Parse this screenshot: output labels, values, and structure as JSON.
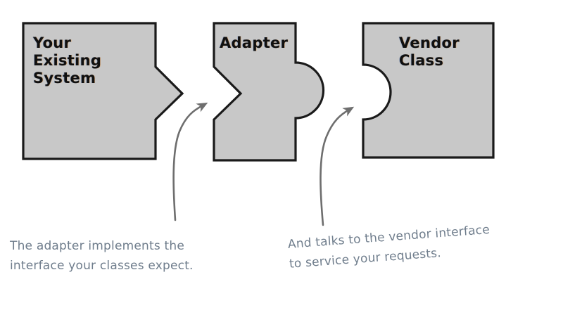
{
  "diagram": {
    "title": "Adapter pattern diagram",
    "background_color": "#ffffff",
    "shape_fill": "#c8c8c8",
    "shape_stroke": "#1a1a1a",
    "arrow_color": "#6e6e6e",
    "label_color": "#101010",
    "caption_color": "#6f7d8c",
    "boxes": [
      {
        "name": "existing-system",
        "label": "Your\nExisting\nSystem",
        "connector": "arrow-point-right"
      },
      {
        "name": "adapter",
        "label": "Adapter",
        "connector": "v-notch-left-and-round-bump-right"
      },
      {
        "name": "vendor-class",
        "label": "Vendor\nClass",
        "connector": "round-notch-left"
      }
    ],
    "captions": [
      {
        "name": "adapter-implements-caption",
        "text": "The adapter implements the\ninterface your classes expect."
      },
      {
        "name": "vendor-interface-caption",
        "text": "And talks to the vendor interface\nto service your requests."
      }
    ],
    "arrows": [
      {
        "name": "arrow-to-adapter",
        "points_to": "adapter"
      },
      {
        "name": "arrow-to-vendor-class",
        "points_to": "vendor-class"
      }
    ]
  }
}
